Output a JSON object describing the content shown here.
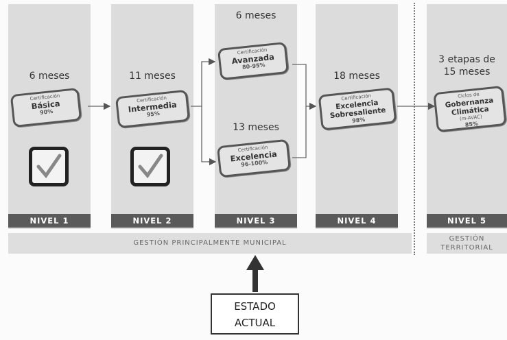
{
  "levels": [
    {
      "duration": "6 meses",
      "cert_caption": "Certificación",
      "cert_name": "Básica",
      "cert_pct": "90%",
      "bar_label": "NIVEL 1",
      "completed": true
    },
    {
      "duration": "11 meses",
      "cert_caption": "Certificación",
      "cert_name": "Intermedia",
      "cert_pct": "95%",
      "bar_label": "NIVEL 2",
      "completed": true
    },
    {
      "bar_label": "NIVEL 3",
      "branches": [
        {
          "duration": "6 meses",
          "cert_caption": "Certificación",
          "cert_name": "Avanzada",
          "cert_pct": "80-95%"
        },
        {
          "duration": "13 meses",
          "cert_caption": "Certificación",
          "cert_name": "Excelencia",
          "cert_pct": "96-100%"
        }
      ]
    },
    {
      "duration": "18 meses",
      "cert_caption": "Certificación",
      "cert_name_line1": "Excelencia",
      "cert_name_line2": "Sobresaliente",
      "cert_pct": "98%",
      "bar_label": "NIVEL 4"
    },
    {
      "duration_line1": "3 etapas de",
      "duration_line2": "15 meses",
      "cert_caption": "Ciclos de",
      "cert_name_line1": "Gobernanza",
      "cert_name_line2": "Climática",
      "cert_sub": "(m-AVAC)",
      "cert_pct": "85%",
      "bar_label": "NIVEL 5"
    }
  ],
  "groups": {
    "municipal": "GESTIÓN PRINCIPALMENTE MUNICIPAL",
    "territorial_line1": "GESTIÓN",
    "territorial_line2": "TERRITORIAL"
  },
  "current_state": {
    "line1": "ESTADO",
    "line2": "ACTUAL"
  },
  "icons": {
    "check": "check-icon",
    "arrow": "arrow-right-icon",
    "pointer": "arrow-up-icon"
  },
  "colors": {
    "column": "#dcdcdc",
    "bar": "#5a5a5a",
    "badge_border": "#555555"
  }
}
